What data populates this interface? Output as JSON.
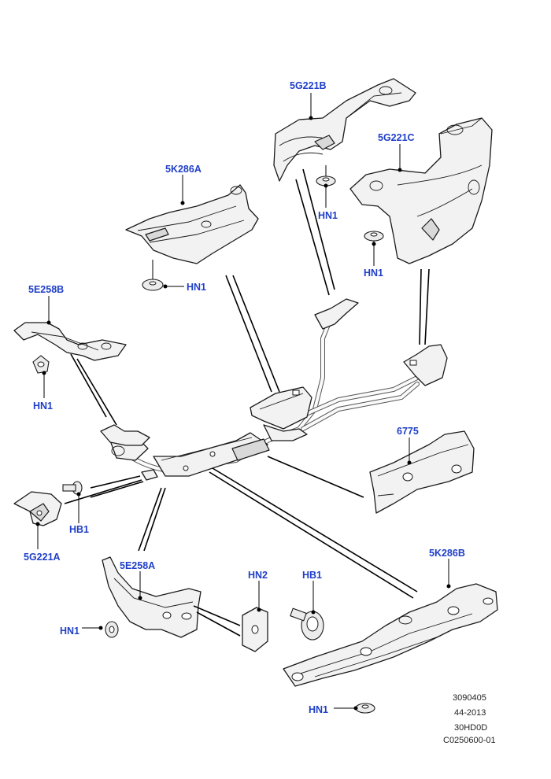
{
  "labels": {
    "p5G221B": "5G221B",
    "p5G221C": "5G221C",
    "p5K286A": "5K286A",
    "p5E258B": "5E258B",
    "p6775": "6775",
    "p5G221A": "5G221A",
    "p5E258A": "5E258A",
    "p5K286B": "5K286B",
    "hn1": "HN1",
    "hn2": "HN2",
    "hb1": "HB1"
  },
  "reference": {
    "line1": "3090405",
    "line2": "44-2013",
    "line3": "30HD0D",
    "line4": "C0250600-01"
  },
  "colors": {
    "label": "#1f3fc8",
    "outline": "#1a1a1a",
    "part_fill": "#f2f2f2"
  }
}
